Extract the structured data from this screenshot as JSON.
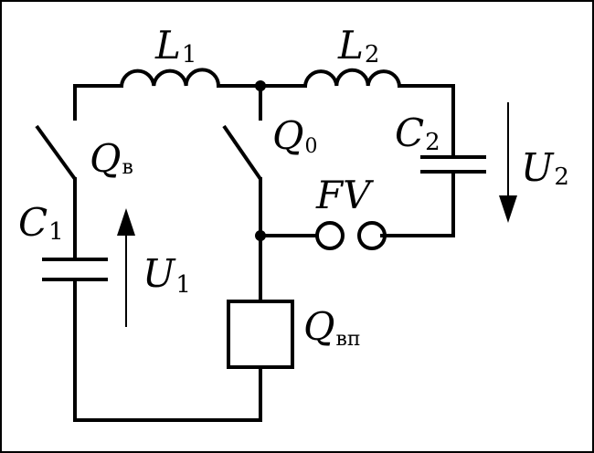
{
  "components": {
    "L1": {
      "letter": "L",
      "sub": "1"
    },
    "L2": {
      "letter": "L",
      "sub": "2"
    },
    "C1": {
      "letter": "C",
      "sub": "1"
    },
    "C2": {
      "letter": "C",
      "sub": "2"
    },
    "Q_v": {
      "letter": "Q",
      "sub": "в"
    },
    "Q_0": {
      "letter": "Q",
      "sub": "0"
    },
    "Q_vp": {
      "letter": "Q",
      "sub": "вп"
    },
    "FV": {
      "letter": "FV"
    },
    "U1": {
      "letter": "U",
      "sub": "1"
    },
    "U2": {
      "letter": "U",
      "sub": "2"
    }
  }
}
